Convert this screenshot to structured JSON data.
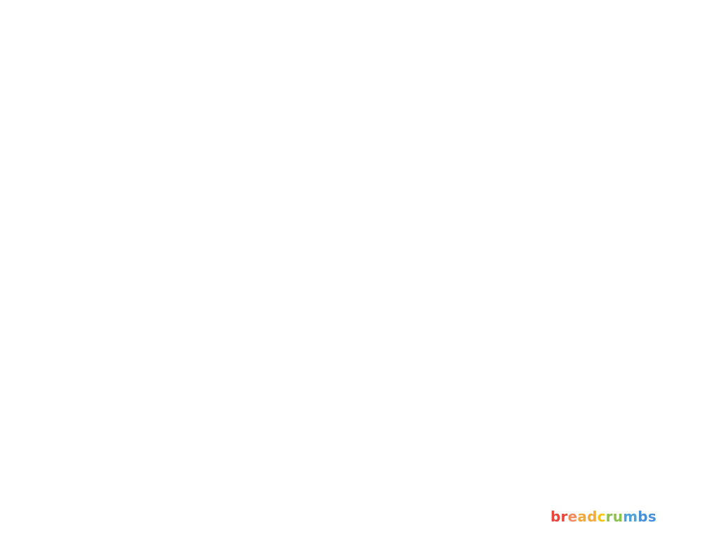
{
  "brand": {
    "name": "breadcrumbs",
    "letters": [
      {
        "char": "b",
        "color": "#e8453c"
      },
      {
        "char": "r",
        "color": "#e8453c"
      },
      {
        "char": "e",
        "color": "#f28b5b"
      },
      {
        "char": "a",
        "color": "#f2a93b"
      },
      {
        "char": "d",
        "color": "#f2a93b"
      },
      {
        "char": "c",
        "color": "#f5c518"
      },
      {
        "char": "r",
        "color": "#8bc34a"
      },
      {
        "char": "u",
        "color": "#8bc34a"
      },
      {
        "char": "m",
        "color": "#4aa3df"
      },
      {
        "char": "b",
        "color": "#4a90d9"
      },
      {
        "char": "s",
        "color": "#4a90d9"
      }
    ]
  }
}
